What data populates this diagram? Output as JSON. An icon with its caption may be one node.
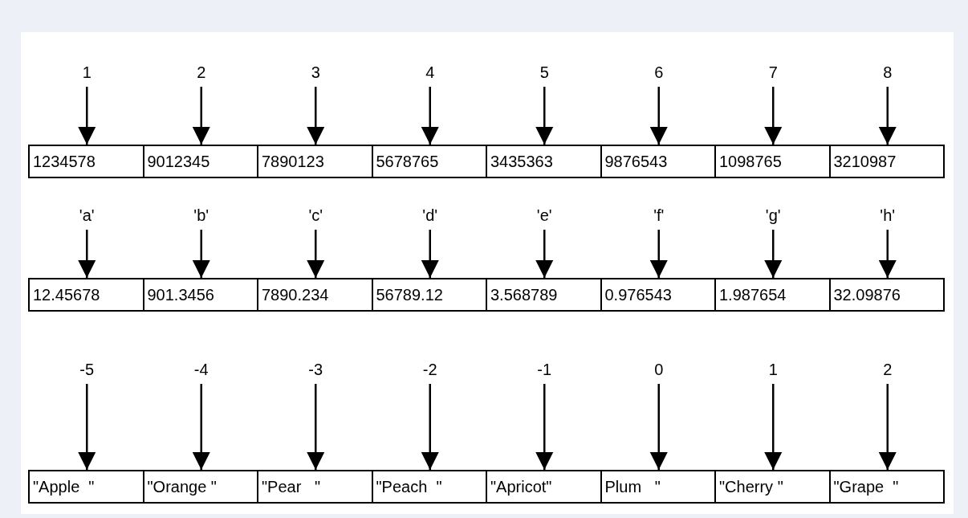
{
  "diagram": {
    "nodes": [
      {
        "text": [
          "1"
        ]
      },
      {
        "text": [
          "2"
        ]
      },
      {
        "text": [
          "3"
        ]
      },
      {
        "text": [
          "4"
        ]
      },
      {
        "text": [
          "5"
        ]
      },
      {
        "text": [
          "6"
        ]
      },
      {
        "text": [
          "7"
        ]
      },
      {
        "text": [
          "8"
        ]
      },
      {
        "text": [
          "1234578"
        ]
      },
      {
        "text": [
          "9012345"
        ]
      },
      {
        "text": [
          "7890123"
        ]
      },
      {
        "text": [
          "5678765"
        ]
      },
      {
        "text": [
          "3435363"
        ]
      },
      {
        "text": [
          "9876543"
        ]
      },
      {
        "text": [
          "1098765"
        ]
      },
      {
        "text": [
          "3210987"
        ]
      },
      {
        "text": [
          "'a'"
        ]
      },
      {
        "text": [
          "'b'"
        ]
      },
      {
        "text": [
          "'c'"
        ]
      },
      {
        "text": [
          "'d'"
        ]
      },
      {
        "text": [
          "'e'"
        ]
      },
      {
        "text": [
          "'f'"
        ]
      },
      {
        "text": [
          "'g'"
        ]
      },
      {
        "text": [
          "'h'"
        ]
      },
      {
        "text": [
          "12.45678"
        ]
      },
      {
        "text": [
          "901.3456"
        ]
      },
      {
        "text": [
          "7890.234"
        ]
      },
      {
        "text": [
          "56789.12"
        ]
      },
      {
        "text": [
          "3.568789"
        ]
      },
      {
        "text": [
          "0.976543"
        ]
      },
      {
        "text": [
          "1.987654"
        ]
      },
      {
        "text": [
          "32.09876"
        ]
      },
      {
        "text": [
          "-5"
        ]
      },
      {
        "text": [
          "-4"
        ]
      },
      {
        "text": [
          "-3"
        ]
      },
      {
        "text": [
          "-2"
        ]
      },
      {
        "text": [
          "-1"
        ]
      },
      {
        "text": [
          "0"
        ]
      },
      {
        "text": [
          "1"
        ]
      },
      {
        "text": [
          "2"
        ]
      },
      {
        "text": [
          "\"Apple  \""
        ]
      },
      {
        "text": [
          "\"Orange \""
        ]
      },
      {
        "text": [
          "\"Pear   \""
        ]
      },
      {
        "text": [
          "\"Peach  \""
        ]
      },
      {
        "text": [
          "\"Apricot\""
        ]
      },
      {
        "text": [
          "Plum   \""
        ]
      },
      {
        "text": [
          "\"Cherry \""
        ]
      },
      {
        "text": [
          "\"Grape  \""
        ]
      }
    ],
    "edges": [
      {
        "from": 0,
        "to": 8,
        "arrow": "to"
      },
      {
        "from": 1,
        "to": 9,
        "arrow": "to"
      },
      {
        "from": 2,
        "to": 10,
        "arrow": "to"
      },
      {
        "from": 3,
        "to": 11,
        "arrow": "to"
      },
      {
        "from": 4,
        "to": 12,
        "arrow": "to"
      },
      {
        "from": 5,
        "to": 13,
        "arrow": "to"
      },
      {
        "from": 6,
        "to": 14,
        "arrow": "to"
      },
      {
        "from": 7,
        "to": 15,
        "arrow": "to"
      },
      {
        "from": 16,
        "to": 24,
        "arrow": "to"
      },
      {
        "from": 17,
        "to": 25,
        "arrow": "to"
      },
      {
        "from": 18,
        "to": 26,
        "arrow": "to"
      },
      {
        "from": 19,
        "to": 27,
        "arrow": "to"
      },
      {
        "from": 20,
        "to": 28,
        "arrow": "to"
      },
      {
        "from": 21,
        "to": 29,
        "arrow": "to"
      },
      {
        "from": 22,
        "to": 30,
        "arrow": "to"
      },
      {
        "from": 23,
        "to": 31,
        "arrow": "to"
      },
      {
        "from": 32,
        "to": 40,
        "arrow": "to"
      },
      {
        "from": 33,
        "to": 41,
        "arrow": "to"
      },
      {
        "from": 34,
        "to": 42,
        "arrow": "to"
      },
      {
        "from": 35,
        "to": 43,
        "arrow": "to"
      },
      {
        "from": 36,
        "to": 44,
        "arrow": "to"
      },
      {
        "from": 37,
        "to": 45,
        "arrow": "to"
      },
      {
        "from": 38,
        "to": 46,
        "arrow": "to"
      },
      {
        "from": 39,
        "to": 47,
        "arrow": "to"
      }
    ]
  }
}
